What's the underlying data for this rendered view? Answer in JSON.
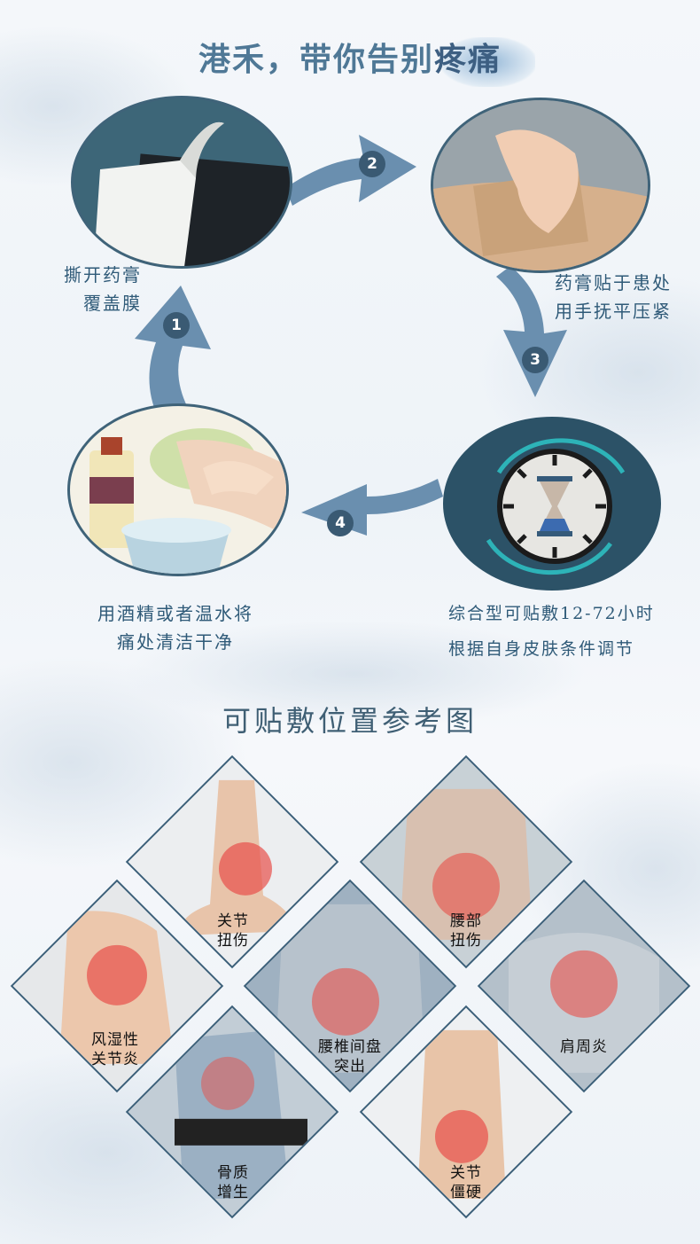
{
  "header": {
    "title_part1": "港禾，带你告别",
    "title_part2": "疼痛"
  },
  "steps": [
    {
      "number": "1",
      "line1": "撕开药膏",
      "line2": "覆盖膜"
    },
    {
      "number": "2",
      "line1": "药膏贴于患处",
      "line2": "用手抚平压紧"
    },
    {
      "number": "3",
      "line1": "综合型可贴敷12-72小时",
      "line2": "根据自身皮肤条件调节"
    },
    {
      "number": "4",
      "line1": "用酒精或者温水将",
      "line2": "痛处清洁干净"
    }
  ],
  "arrow_numbers": [
    "2",
    "3",
    "4",
    "1"
  ],
  "section2_title": "可贴敷位置参考图",
  "positions": [
    {
      "line1": "关节",
      "line2": "扭伤"
    },
    {
      "line1": "腰部",
      "line2": "扭伤"
    },
    {
      "line1": "风湿性",
      "line2": "关节炎"
    },
    {
      "line1": "腰椎间盘",
      "line2": "突出"
    },
    {
      "line1": "肩周炎",
      "line2": ""
    },
    {
      "line1": "骨质",
      "line2": "增生"
    },
    {
      "line1": "关节",
      "line2": "僵硬"
    }
  ],
  "colors": {
    "accent": "#4f7896",
    "dark": "#3a5a73",
    "arrow": "#6a8faf",
    "pain": "#e8504a"
  }
}
